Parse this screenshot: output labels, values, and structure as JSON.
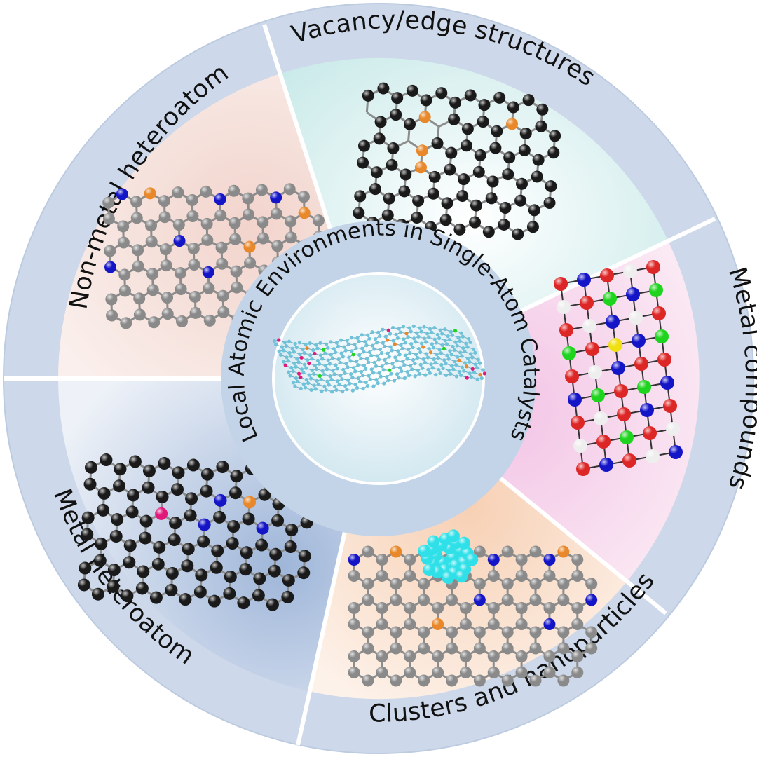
{
  "center": {
    "title": "Local Atomic Environments in Single-Atom Catalysts"
  },
  "segments": [
    {
      "id": "vacancy",
      "label": "Vacancy/edge structures",
      "icon": "vacancy-edge-lattice-illustration",
      "tint": "#cdeceb"
    },
    {
      "id": "metal-compounds",
      "label": "Metal compounds",
      "icon": "metal-compound-lattice-illustration",
      "tint": "#f6d3ea"
    },
    {
      "id": "clusters",
      "label": "Clusters and nanoparticles",
      "icon": "cluster-on-graphene-illustration",
      "tint": "#f9dcc6"
    },
    {
      "id": "metal-hetero",
      "label": "Metal heteroatoms",
      "icon": "metal-heteroatom-lattice-illustration",
      "tint": "#a9bedd"
    },
    {
      "id": "nonmetal-hetero",
      "label": "Non-metal heteroatoms",
      "icon": "nonmetal-heteroatom-lattice-illustration",
      "tint": "#f4dcd6"
    }
  ],
  "colors": {
    "ring": "#cdd8ea",
    "divider": "#ffffff",
    "carbon_black": "#1a1a1a",
    "carbon_grey": "#8a8a8a",
    "nitrogen": "#1515c8",
    "metal_orange": "#e8882a",
    "metal_pink": "#e0187a",
    "oxygen": "#dd2626",
    "green_atom": "#1fd41f",
    "white_atom": "#eeeeee",
    "yellow_atom": "#f0e010",
    "cluster": "#30e0e8",
    "sheet": "#6fc2d8"
  }
}
